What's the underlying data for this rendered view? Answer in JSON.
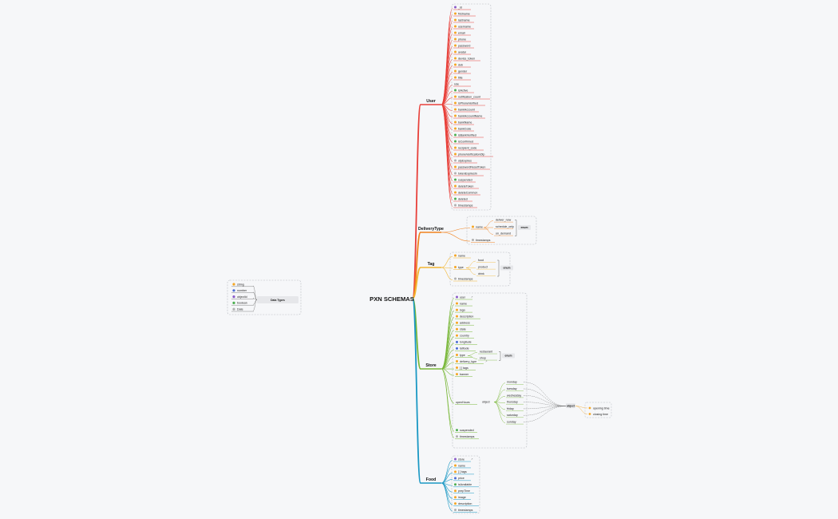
{
  "root_title": "PXN SCHEMAS",
  "type_colors": {
    "string": "#f5a623",
    "number": "#4a6cd4",
    "objectId": "#8a5cc8",
    "boolean": "#4caf50",
    "Date": "#b0b0b0"
  },
  "legend": {
    "title": "Data Types",
    "items": [
      {
        "label": "string",
        "type": "string"
      },
      {
        "label": "number",
        "type": "number"
      },
      {
        "label": "objectId",
        "type": "objectId"
      },
      {
        "label": "boolean",
        "type": "boolean"
      },
      {
        "label": "Date",
        "type": "Date"
      }
    ]
  },
  "schemas": [
    {
      "name": "User",
      "color": "#e8403a",
      "fields": [
        {
          "name": "_id",
          "type": "objectId"
        },
        {
          "name": "firstname",
          "type": "string"
        },
        {
          "name": "lastname",
          "type": "string"
        },
        {
          "name": "username",
          "type": "string"
        },
        {
          "name": "email",
          "type": "string"
        },
        {
          "name": "phone",
          "type": "string"
        },
        {
          "name": "password",
          "type": "string"
        },
        {
          "name": "avatar",
          "type": "string"
        },
        {
          "name": "device_token",
          "type": "string"
        },
        {
          "name": "dob",
          "type": "string"
        },
        {
          "name": "gender",
          "type": "string"
        },
        {
          "name": "title",
          "type": "string"
        },
        {
          "name": "role",
          "type": ""
        },
        {
          "name": "isActive",
          "type": "boolean"
        },
        {
          "name": "notification_count",
          "type": "string"
        },
        {
          "name": "isPhoneVerified",
          "type": "string"
        },
        {
          "name": "bankAccount",
          "type": "string"
        },
        {
          "name": "bankAccountName",
          "type": "string"
        },
        {
          "name": "bankName",
          "type": "string"
        },
        {
          "name": "bankCode",
          "type": "string"
        },
        {
          "name": "isBankVerified",
          "type": "boolean"
        },
        {
          "name": "isConfirmed",
          "type": "boolean"
        },
        {
          "name": "recipient_code",
          "type": "string"
        },
        {
          "name": "phoneVerificationOtp",
          "type": "string"
        },
        {
          "name": "otpExpires",
          "type": "Date"
        },
        {
          "name": "passwordResetToken",
          "type": "string"
        },
        {
          "name": "tokenExpiresIn",
          "type": "Date"
        },
        {
          "name": "suspended",
          "type": "boolean"
        },
        {
          "name": "deleteToken",
          "type": "string"
        },
        {
          "name": "deleteCommon",
          "type": "string"
        },
        {
          "name": "deleted",
          "type": "boolean"
        },
        {
          "name": "timestamps",
          "type": "Date"
        }
      ]
    },
    {
      "name": "DeliveryType",
      "color": "#f0821e",
      "fields": [
        {
          "name": "name",
          "type": "string",
          "enum": [
            "deliver_now",
            "schedule_only",
            "on_demand"
          ]
        },
        {
          "name": "timestamps",
          "type": "Date"
        }
      ],
      "enum_tag": "enum"
    },
    {
      "name": "Tag",
      "color": "#f2b632",
      "fields": [
        {
          "name": "name",
          "type": "string"
        },
        {
          "name": "type",
          "type": "string",
          "enum": [
            "food",
            "product",
            "drink"
          ]
        },
        {
          "name": "timestamps",
          "type": "Date"
        }
      ],
      "enum_tag": "enum"
    },
    {
      "name": "Store",
      "color": "#7ab83a",
      "fields": [
        {
          "name": "user",
          "type": "objectId",
          "ref": true
        },
        {
          "name": "name",
          "type": "string"
        },
        {
          "name": "logo",
          "type": "string"
        },
        {
          "name": "description",
          "type": "string"
        },
        {
          "name": "address",
          "type": "string"
        },
        {
          "name": "state",
          "type": "string"
        },
        {
          "name": "country",
          "type": "string"
        },
        {
          "name": "longitude",
          "type": "number"
        },
        {
          "name": "latitude",
          "type": "number"
        },
        {
          "name": "type",
          "type": "string",
          "enum": [
            "restaurant",
            "shop"
          ]
        },
        {
          "name": "delivery_type",
          "type": "string",
          "ref": true
        },
        {
          "name": "[ ] tags",
          "type": "string"
        },
        {
          "name": "banner",
          "type": "string"
        },
        {
          "name": "openHours",
          "type": "",
          "kind": "object"
        },
        {
          "name": "suspended",
          "type": "boolean"
        },
        {
          "name": "timestamps",
          "type": "Date"
        }
      ],
      "enum_tag": "enum",
      "open_hours": {
        "label": "object",
        "days": [
          "monday",
          "tuesday",
          "wednesday",
          "thursday",
          "friday",
          "saturday",
          "sunday"
        ],
        "object_label": "object",
        "fields": [
          "opening time",
          "closing time"
        ]
      }
    },
    {
      "name": "Food",
      "color": "#1a98c4",
      "fields": [
        {
          "name": "store",
          "type": "objectId",
          "ref": true
        },
        {
          "name": "name",
          "type": "string"
        },
        {
          "name": "[ ] tags",
          "type": "string"
        },
        {
          "name": "price",
          "type": "number"
        },
        {
          "name": "isAvailable",
          "type": "boolean"
        },
        {
          "name": "prepTime",
          "type": "string"
        },
        {
          "name": "image",
          "type": "string"
        },
        {
          "name": "description",
          "type": "string"
        },
        {
          "name": "timestamps",
          "type": "Date"
        }
      ]
    }
  ],
  "ref_marker": "↗"
}
